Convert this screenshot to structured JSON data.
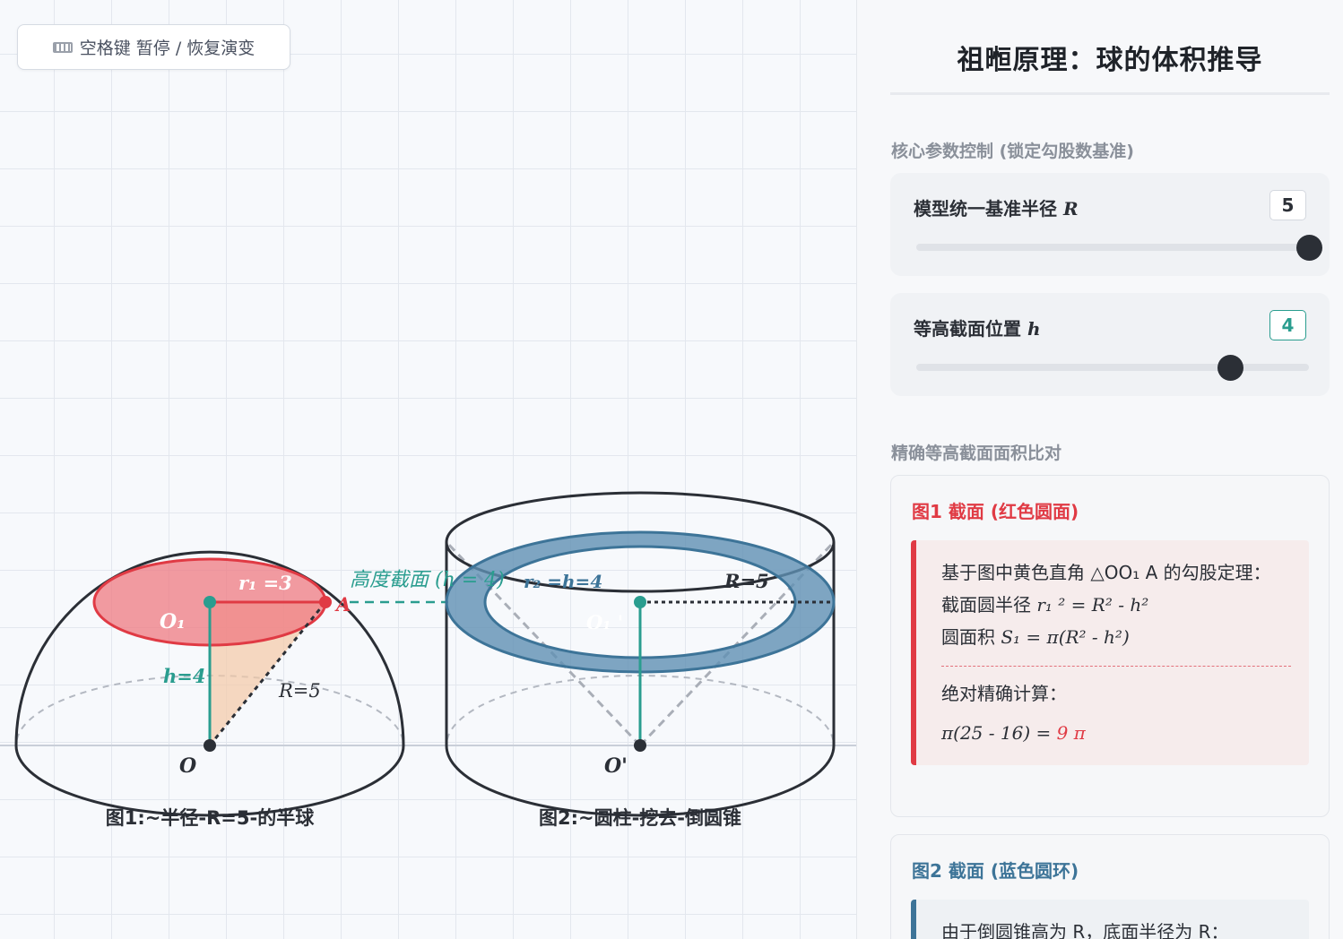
{
  "toolbar": {
    "pause_icon": "keyboard-icon",
    "pause_label": "空格键 暂停 / 恢复演变"
  },
  "scene": {
    "fig1": {
      "label_r1": "r₁ =3",
      "label_O1": "O₁",
      "label_A": "A",
      "label_h": "h=4",
      "label_R": "R=5",
      "label_O": "O",
      "caption": "图1:~半径-R=5-的半球"
    },
    "fig2": {
      "label_height": "高度截面 (h = 4)",
      "label_r2": "r₂ =h=4",
      "label_R": "R=5",
      "label_O1p": "O₁ '",
      "label_Op": "O'",
      "caption": "图2:~圆柱-挖去-倒圆锥"
    },
    "colors": {
      "red": "#e03a44",
      "blue": "#3d7498",
      "teal": "#2a9d8f"
    }
  },
  "panel": {
    "title": "祖暅原理：球的体积推导",
    "params_section": "核心参数控制 (锁定勾股数基准)",
    "slider_R": {
      "label": "模型统一基准半径 ",
      "var": "R",
      "value": "5",
      "fraction": 1.0
    },
    "slider_h": {
      "label": "等高截面位置 ",
      "var": "h",
      "value": "4",
      "fraction": 0.8
    },
    "compare_section": "精确等高截面面积比对",
    "card1": {
      "title": "图1 截面 (红色圆面)",
      "line1": "基于图中黄色直角 △OO₁ A 的勾股定理：",
      "line2_text": "截面圆半径 ",
      "line2_math": "r₁ ² = R² - h²",
      "line3_text": "圆面积 ",
      "line3_math": "S₁ = π(R² - h²)",
      "calc_label": "绝对精确计算：",
      "calc_expr": "π(25 - 16) = ",
      "calc_result": "9 π"
    },
    "card2": {
      "title": "图2 截面 (蓝色圆环)",
      "line1": "由于倒圆锥高为 R，底面半径为 R："
    }
  }
}
